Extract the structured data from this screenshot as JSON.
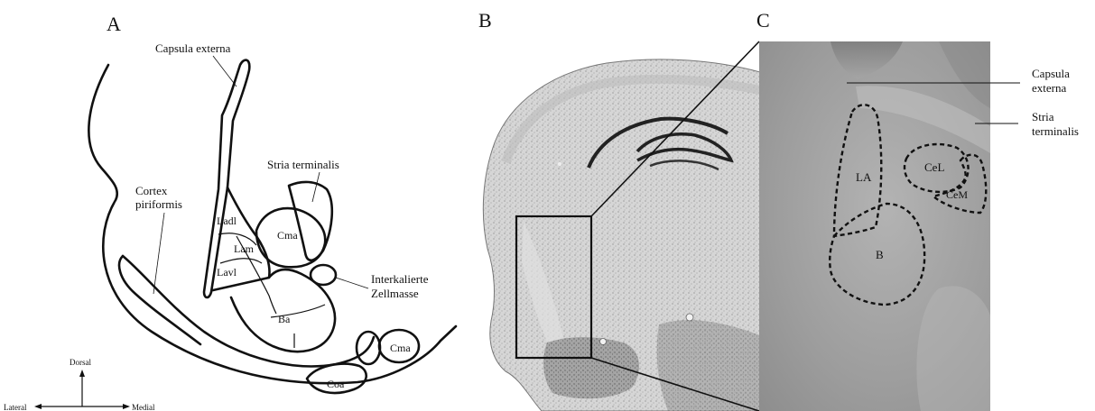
{
  "panels": {
    "a": {
      "letter": "A",
      "labels": {
        "capsula_externa": "Capsula externa",
        "stria_terminalis": "Stria terminalis",
        "cortex": "Cortex",
        "piriformis": "piriformis",
        "ladl": "Ladl",
        "lam": "Lam",
        "lavl": "Lavl",
        "cma_upper": "Cma",
        "ba": "Ba",
        "interkalierte": "Interkalierte",
        "zellmasse": "Zellmasse",
        "cma_lower": "Cma",
        "coa": "Coa"
      },
      "compass": {
        "dorsal": "Dorsal",
        "lateral": "Lateral",
        "medial": "Medial"
      }
    },
    "b": {
      "letter": "B"
    },
    "c": {
      "letter": "C",
      "labels": {
        "capsula": "Capsula",
        "externa": "externa",
        "stria": "Stria",
        "terminalis": "terminalis",
        "la": "LA",
        "cel": "CeL",
        "cem": "CeM",
        "b": "B"
      }
    }
  },
  "colors": {
    "line": "#111111",
    "tissue_bg": "#9a9a9a",
    "section_light": "#cfcfcf",
    "section_dark": "#555555"
  }
}
